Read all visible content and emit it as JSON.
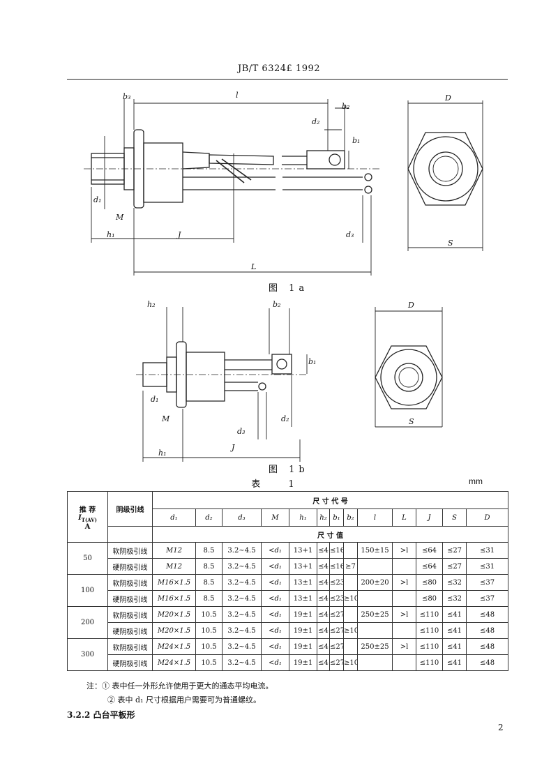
{
  "header": {
    "standard": "JB/T 6324£ 1992"
  },
  "fig1a": {
    "caption": "图  1a",
    "labels": {
      "b3": "b₃",
      "l": "l",
      "b2": "b₂",
      "d2": "d₂",
      "b1": "b₁",
      "d1": "d₁",
      "M": "M",
      "h1": "h₁",
      "J": "J",
      "d3": "d₃",
      "L": "L",
      "D": "D",
      "S": "S"
    }
  },
  "fig1b": {
    "caption": "图  1b",
    "labels": {
      "h2": "h₂",
      "b2": "b₂",
      "b1": "b₁",
      "d1": "d₁",
      "M": "M",
      "d3": "d₃",
      "d2": "d₂",
      "h1": "h₁",
      "J": "J",
      "D": "D",
      "S": "S"
    }
  },
  "table": {
    "title": "表  1",
    "unit": "mm",
    "head": {
      "recommend_1": "推  荐",
      "recommend_2": "I",
      "recommend_2_sub": "T(AV)",
      "recommend_3": "A",
      "cathode": "阴级引线",
      "dimension_code": "尺    寸    代    号",
      "dimension_value": "尺    寸    值",
      "cols": [
        "d₁",
        "d₂",
        "d₃",
        "M",
        "h₁",
        "h₂",
        "b₁",
        "b₂",
        "l",
        "L",
        "J",
        "S",
        "D"
      ]
    },
    "groups": [
      {
        "current": "50",
        "rows": [
          [
            "软阴极引线",
            "M12",
            "8.5",
            "3.2~4.5",
            "<d₁",
            "13+1",
            "≤4",
            "≤16",
            "",
            "150±15",
            ">l",
            "≤64",
            "≤27",
            "≤31"
          ],
          [
            "硬阴极引线",
            "M12",
            "8.5",
            "3.2~4.5",
            "<d₁",
            "13+1",
            "≤4",
            "≤16",
            "≥7",
            "",
            "",
            "≤64",
            "≤27",
            "≤31"
          ]
        ]
      },
      {
        "current": "100",
        "rows": [
          [
            "软阴极引线",
            "M16×1.5",
            "8.5",
            "3.2~4.5",
            "<d₁",
            "13±1",
            "≤4",
            "≤23",
            "",
            "200±20",
            ">l",
            "≤80",
            "≤32",
            "≤37"
          ],
          [
            "硬阴极引线",
            "M16×1.5",
            "8.5",
            "3.2~4.5",
            "<d₁",
            "13±1",
            "≤4",
            "≤23",
            "≥10",
            "",
            "",
            "≤80",
            "≤32",
            "≤37"
          ]
        ]
      },
      {
        "current": "200",
        "rows": [
          [
            "软阴极引线",
            "M20×1.5",
            "10.5",
            "3.2~4.5",
            "<d₁",
            "19±1",
            "≤4",
            "≤27",
            "",
            "250±25",
            ">l",
            "≤110",
            "≤41",
            "≤48"
          ],
          [
            "硬阴极引线",
            "M20×1.5",
            "10.5",
            "3.2~4.5",
            "<d₁",
            "19±1",
            "≤4",
            "≤27",
            "≥10",
            "",
            "",
            "≤110",
            "≤41",
            "≤48"
          ]
        ]
      },
      {
        "current": "300",
        "rows": [
          [
            "软阴极引线",
            "M24×1.5",
            "10.5",
            "3.2~4.5",
            "<d₁",
            "19±1",
            "≤4",
            "≤27",
            "",
            "250±25",
            ">l",
            "≤110",
            "≤41",
            "≤48"
          ],
          [
            "硬阴极引线",
            "M24×1.5",
            "10.5",
            "3.2~4.5",
            "<d₁",
            "19±1",
            "≤4",
            "≤27",
            "≥10",
            "",
            "",
            "≤110",
            "≤41",
            "≤48"
          ]
        ]
      }
    ]
  },
  "notes": [
    "注：①  表中任一外形允许使用于更大的通态平均电流。",
    "②  表中 d₁ 尺寸根据用户需要可为普通螺纹。"
  ],
  "section": "3.2.2  凸台平板形",
  "page_number": "2"
}
